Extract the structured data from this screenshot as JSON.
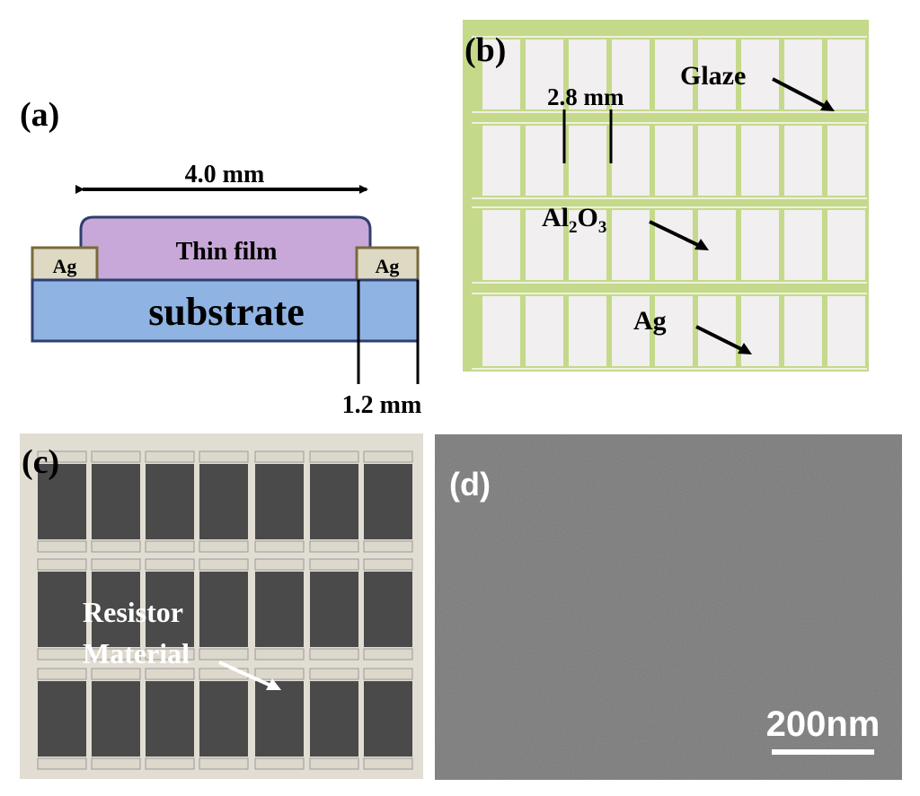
{
  "panel_a": {
    "label": "(a)",
    "width_dimension": "4.0 mm",
    "film_label": "Thin film",
    "left_electrode": "Ag",
    "right_electrode": "Ag",
    "substrate_label": "substrate",
    "electrode_dimension": "1.2 mm",
    "colors": {
      "film": "#c8a8d8",
      "substrate": "#8fb4e3",
      "electrode": "#ddd9c3",
      "outline": "#2e3f6e"
    }
  },
  "panel_b": {
    "label": "(b)",
    "spacing_dimension": "2.8 mm",
    "glaze_label": "Glaze",
    "alumina_label": "Al",
    "alumina_sub1": "2",
    "alumina_mid": "O",
    "alumina_sub2": "3",
    "silver_label": "Ag",
    "colors": {
      "glaze": "#c5d98a",
      "cell": "#f1efef"
    }
  },
  "panel_c": {
    "label": "(c)",
    "material_line1": "Resistor",
    "material_line2": "Material",
    "colors": {
      "resistor": "#4a4a4a",
      "pad": "#ddd8cc"
    }
  },
  "panel_d": {
    "label": "(d)",
    "scale_label": "200nm",
    "colors": {
      "sem": "#777777"
    }
  }
}
